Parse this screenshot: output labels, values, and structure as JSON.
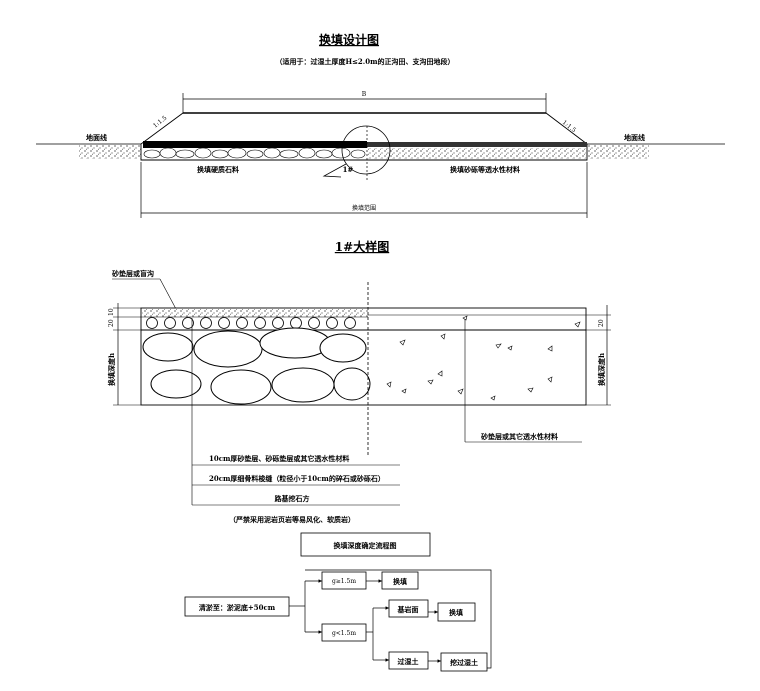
{
  "section1": {
    "title": "换填设计图",
    "subtitle": "（适用于：过湿土厚度H≤2.0m的正沟田、支沟田地段）",
    "width_label": "B",
    "slope_left": "1:1.5",
    "slope_right": "1:1.5",
    "ground_left": "地面线",
    "ground_right": "地面线",
    "left_material": "换填硬质石料",
    "right_material": "换填砂砾等透水性材料",
    "detail_marker": "1#",
    "range_label": "换填范围"
  },
  "section2": {
    "title": "1#大样图",
    "top_label": "砂垫层或盲沟",
    "dim_20": "20",
    "dim_10": "10",
    "dim_right": "20",
    "depth_left": "换填深度h",
    "depth_right": "换填深度h",
    "right_material": "砂垫层或其它透水性材料",
    "layers": [
      "10cm厚砂垫层、砂砾垫层或其它透水性材料",
      "20cm厚细骨料梭缝（粒径小于10cm的碎石或砂砾石）",
      "路基挖石方"
    ],
    "note": "（严禁采用泥岩页岩等易风化、软质岩）"
  },
  "flowchart": {
    "title": "换填深度确定流程图",
    "start": "清淤至：淤泥底+50cm",
    "cond_high": "g≥1.5m",
    "cond_low": "g<1.5m",
    "action_fill": "换填",
    "bedrock": "基岩面",
    "bedrock_action": "换填",
    "wet_soil": "过湿土",
    "wet_action": "挖过湿土"
  }
}
